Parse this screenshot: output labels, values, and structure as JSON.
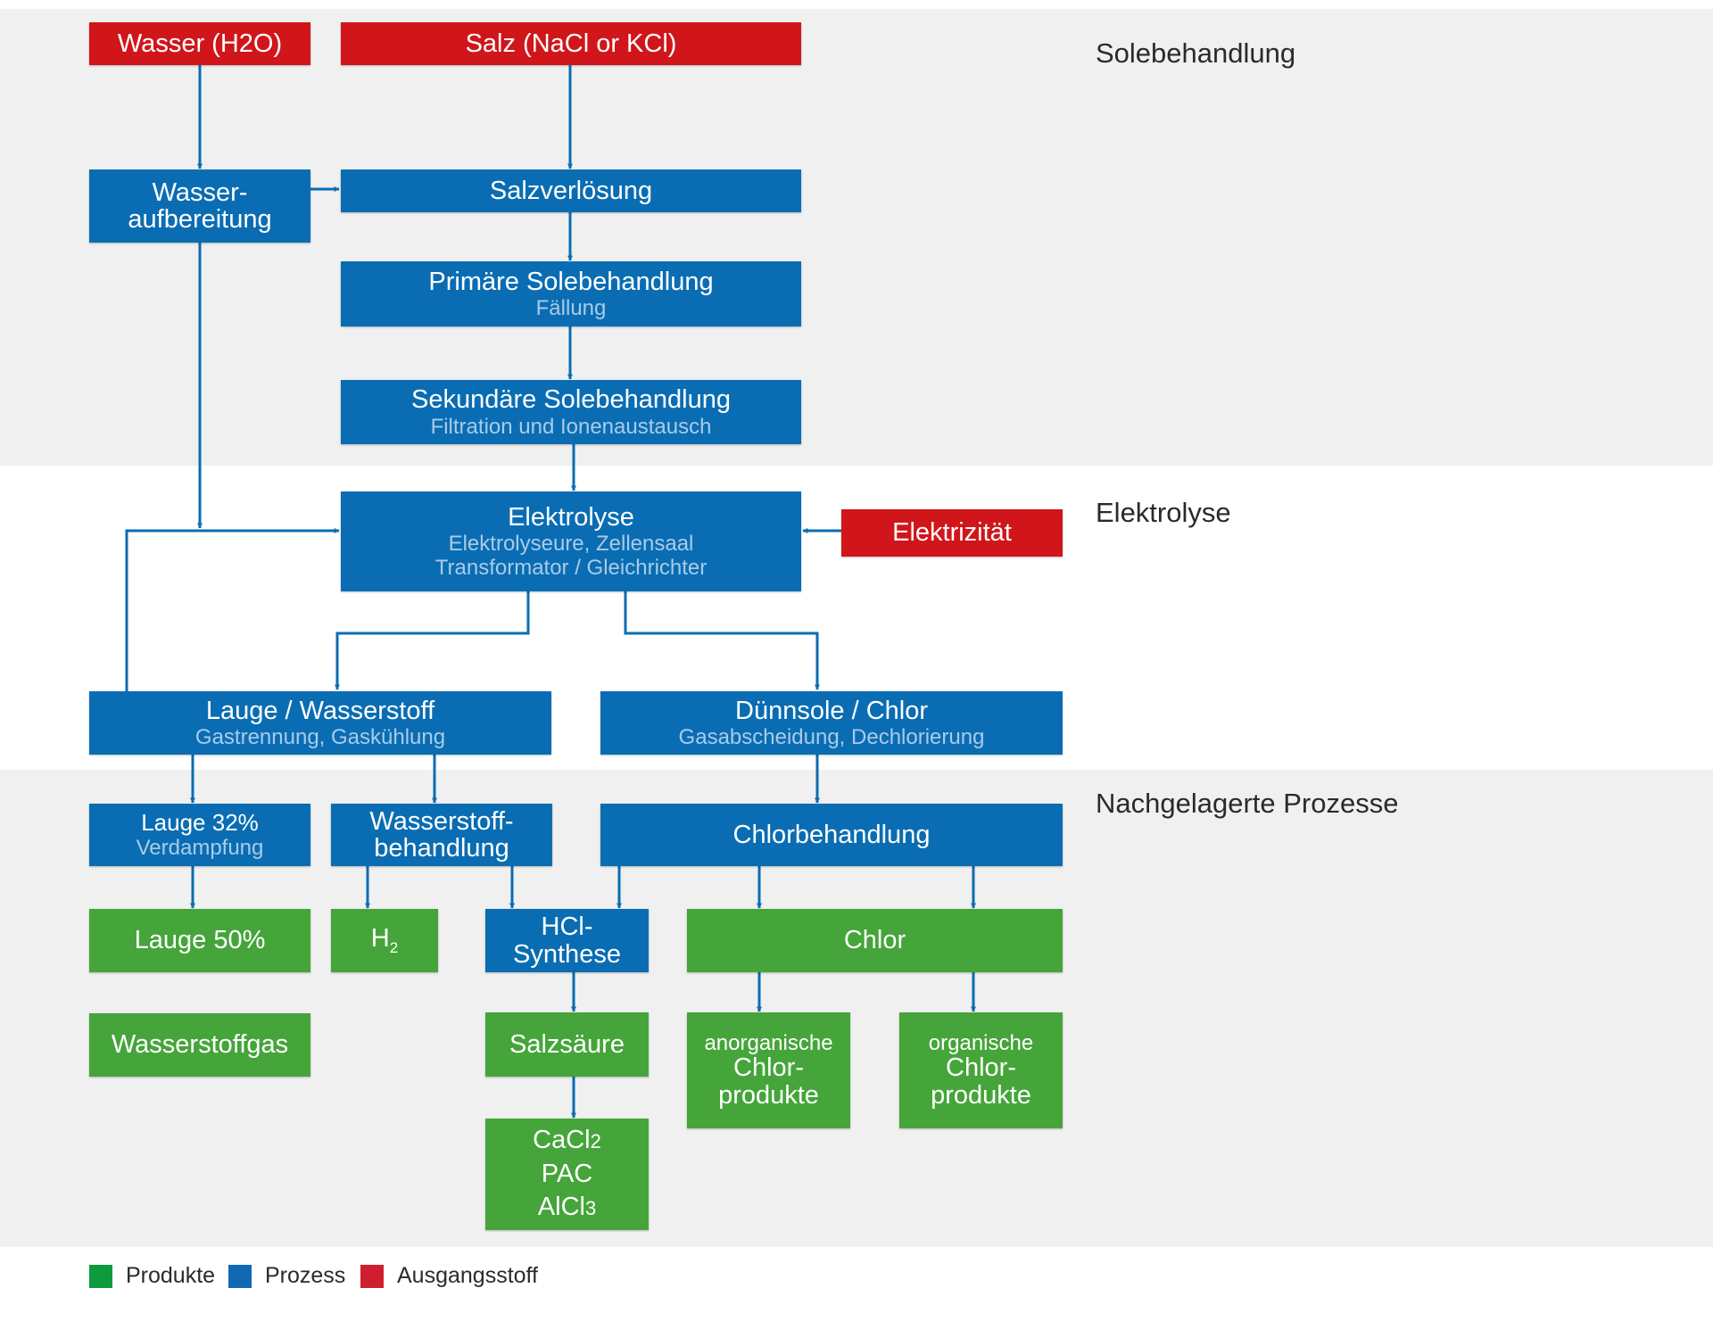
{
  "sections": {
    "solebehandlung": "Solebehandlung",
    "elektrolyse": "Elektrolyse",
    "nachgelagerte": "Nachgelagerte Prozesse"
  },
  "inputs": {
    "wasser": "Wasser (H2O)",
    "salz": "Salz (NaCl or KCl)",
    "elektrizitaet": "Elektrizität"
  },
  "process": {
    "wasseraufbereitung": [
      "Wasser-",
      "aufbereitung"
    ],
    "salzverloesung": "Salzverlösung",
    "primaere": {
      "title": "Primäre Solebehandlung",
      "sub": "Fällung"
    },
    "sekundaere": {
      "title": "Sekundäre Solebehandlung",
      "sub": "Filtration und Ionenaustausch"
    },
    "elektrolyse": {
      "title": "Elektrolyse",
      "sub1": "Elektrolyseure, Zellensaal",
      "sub2": "Transformator / Gleichrichter"
    },
    "lauge_wasserstoff": {
      "title": "Lauge / Wasserstoff",
      "sub": "Gastrennung, Gaskühlung"
    },
    "duennsole_chlor": {
      "title": "Dünnsole / Chlor",
      "sub": "Gasabscheidung, Dechlorierung"
    },
    "lauge32": {
      "title": "Lauge 32%",
      "sub": "Verdampfung"
    },
    "wasserstoffbehandlung": [
      "Wasserstoff-",
      "behandlung"
    ],
    "chlorbehandlung": "Chlorbehandlung",
    "hcl_synthese": [
      "HCl-",
      "Synthese"
    ]
  },
  "products": {
    "lauge50": "Lauge 50%",
    "h2_base": "H",
    "h2_sub": "2",
    "wasserstoffgas": "Wasserstoffgas",
    "chlor": "Chlor",
    "salzsaeure": "Salzsäure",
    "cacl2_base": "CaCl",
    "cacl2_sub": "2",
    "pac": "PAC",
    "alcl3_base": "AlCl",
    "alcl3_sub": "3",
    "anorganische": [
      "anorganische",
      "Chlor-",
      "produkte"
    ],
    "organische": [
      "organische",
      "Chlor-",
      "produkte"
    ]
  },
  "legend": [
    {
      "label": "Produkte",
      "color": "#0f9a3e"
    },
    {
      "label": "Prozess",
      "color": "#1169b4"
    },
    {
      "label": "Ausgangsstoff",
      "color": "#cf1f2e"
    }
  ],
  "colors": {
    "input": "#d0161b",
    "process": "#0a6db3",
    "product": "#45a53a",
    "arrow": "#0a6db3",
    "band": "#f0f0f0"
  }
}
